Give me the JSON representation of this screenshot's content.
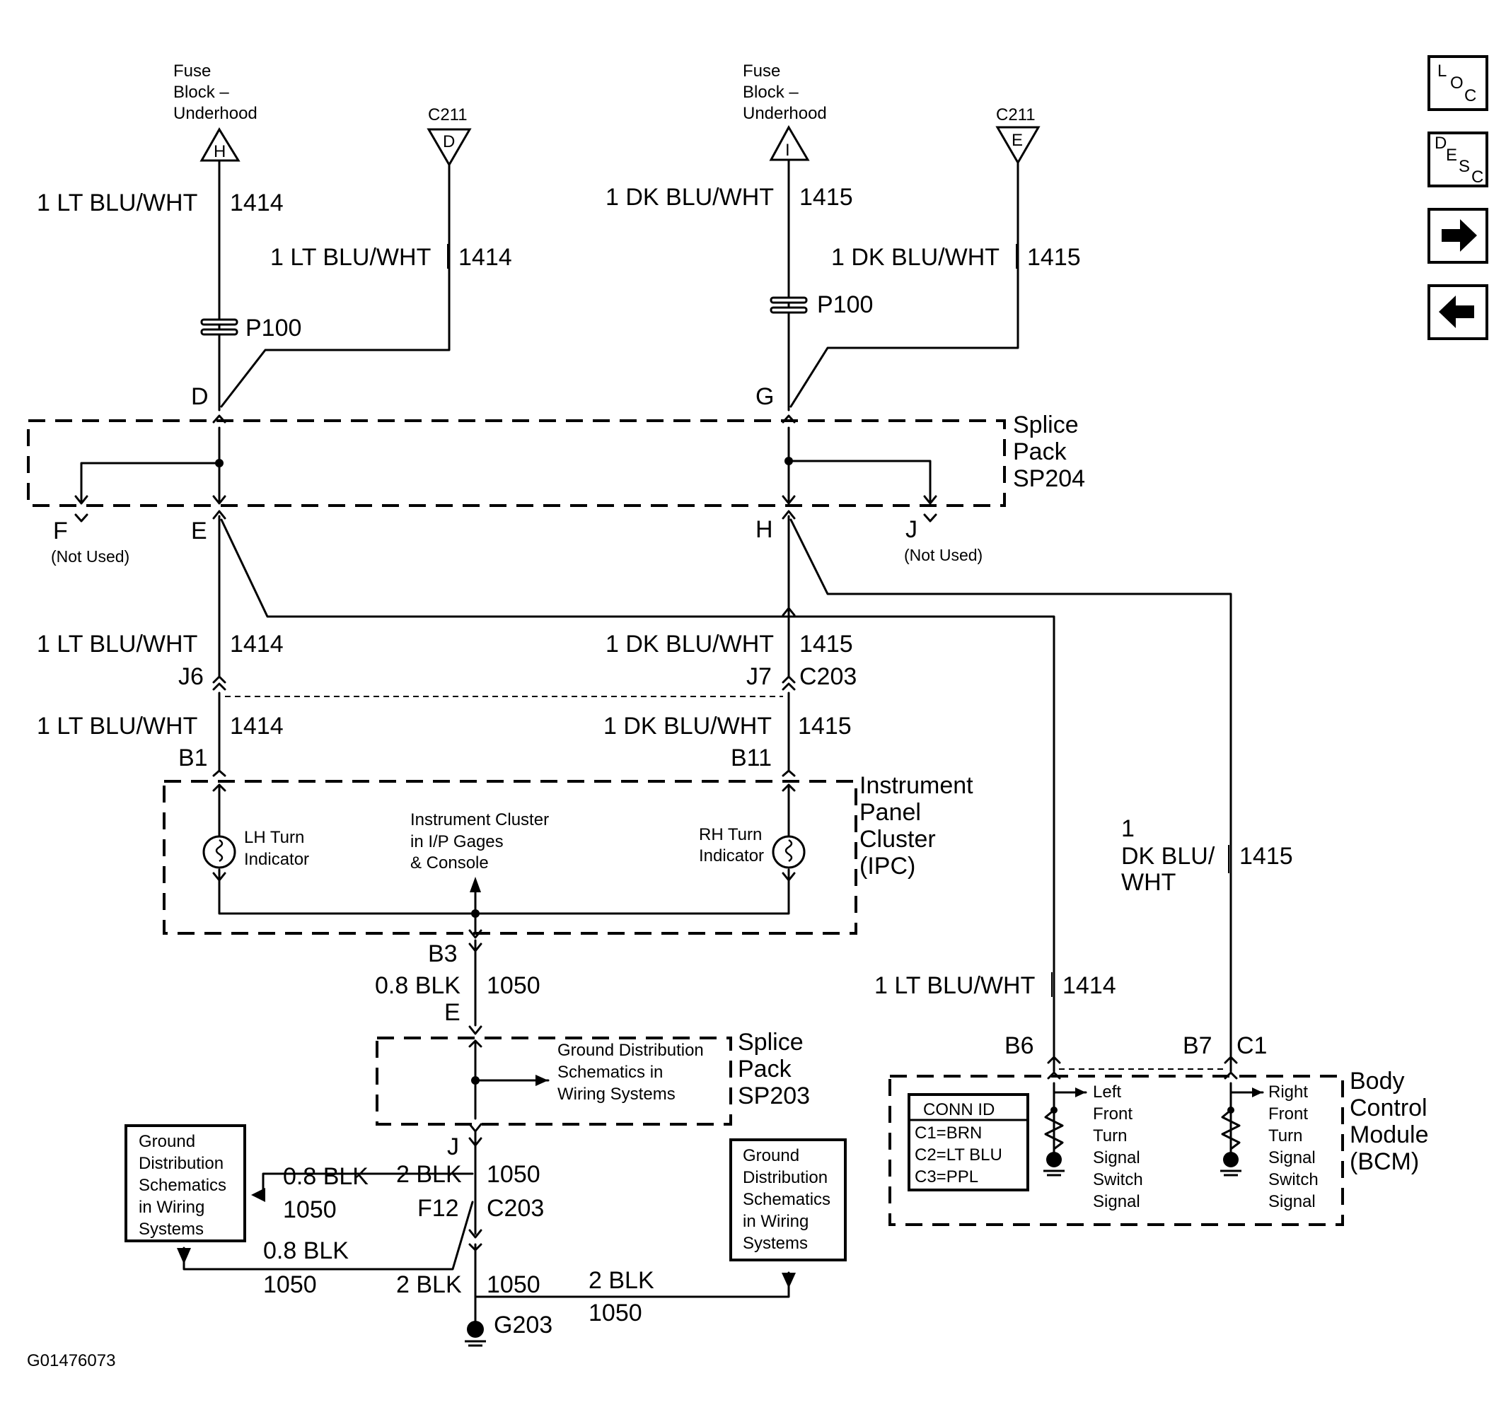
{
  "nav": {
    "loc": {
      "l": "L",
      "o": "O",
      "c": "C"
    },
    "desc": {
      "d": "D",
      "e": "E",
      "s": "S",
      "c": "C"
    },
    "next_icon": "arrow-right-icon",
    "prev_icon": "arrow-left-icon"
  },
  "sources": {
    "fuse_h": {
      "line1": "Fuse",
      "line2": "Block –",
      "line3": "Underhood",
      "letter": "H"
    },
    "c211_d": {
      "name": "C211",
      "letter": "D"
    },
    "fuse_i": {
      "line1": "Fuse",
      "line2": "Block –",
      "line3": "Underhood",
      "letter": "I"
    },
    "c211_e": {
      "name": "C211",
      "letter": "E"
    }
  },
  "wires": {
    "w1": {
      "label": "1 LT BLU/WHT",
      "circuit": "1414"
    },
    "w2": {
      "label": "1 LT BLU/WHT",
      "circuit": "1414"
    },
    "w3": {
      "label": "1 DK BLU/WHT",
      "circuit": "1415"
    },
    "w4": {
      "label": "1 DK BLU/WHT",
      "circuit": "1415"
    },
    "w5": {
      "label": "1 LT BLU/WHT",
      "circuit": "1414"
    },
    "w6": {
      "label": "1 DK BLU/WHT",
      "circuit": "1415"
    },
    "w7": {
      "label": "1 LT BLU/WHT",
      "circuit": "1414"
    },
    "w8": {
      "label": "1 DK BLU/WHT",
      "circuit": "1415"
    },
    "w9": {
      "line1": "1",
      "line2": "DK BLU/",
      "line3": "WHT",
      "circuit": "1415"
    },
    "w10": {
      "label": "1 LT BLU/WHT",
      "circuit": "1414"
    },
    "w11": {
      "label": "0.8 BLK",
      "circuit": "1050"
    },
    "w12": {
      "label": "2 BLK",
      "circuit": "1050"
    },
    "w13": {
      "label": "0.8 BLK",
      "circuit": "1050"
    },
    "w14": {
      "label": "0.8 BLK",
      "circuit": "1050"
    },
    "w15": {
      "label": "2 BLK",
      "circuit": "1050"
    },
    "w16": {
      "label": "2 BLK",
      "circuit": "1050"
    }
  },
  "connectors": {
    "p100_a": "P100",
    "p100_b": "P100",
    "d": "D",
    "g": "G",
    "e": "E",
    "h": "H",
    "f": "F",
    "j": "J",
    "not_used": "(Not Used)",
    "j6": "J6",
    "j7": "J7",
    "c203": "C203",
    "b1": "B1",
    "b11": "B11",
    "b3": "B3",
    "sp203_e": "E",
    "sp203_j": "J",
    "f12": "F12",
    "c203_b": "C203",
    "b6": "B6",
    "b7": "B7",
    "c1": "C1",
    "g203": "G203"
  },
  "splice_sp204": {
    "line1": "Splice",
    "line2": "Pack",
    "line3": "SP204"
  },
  "splice_sp203": {
    "line1": "Splice",
    "line2": "Pack",
    "line3": "SP203"
  },
  "ipc": {
    "line1": "Instrument",
    "line2": "Panel",
    "line3": "Cluster",
    "line4": "(IPC)",
    "center1": "Instrument Cluster",
    "center2": "in I/P Gages",
    "center3": "& Console",
    "lh1": "LH Turn",
    "lh2": "Indicator",
    "rh1": "RH Turn",
    "rh2": "Indicator"
  },
  "ground_dist_inner": {
    "line1": "Ground Distribution",
    "line2": "Schematics in",
    "line3": "Wiring Systems"
  },
  "ground_box_left": {
    "line1": "Ground",
    "line2": "Distribution",
    "line3": "Schematics",
    "line4": "in Wiring",
    "line5": "Systems"
  },
  "ground_box_right": {
    "line1": "Ground",
    "line2": "Distribution",
    "line3": "Schematics",
    "line4": "in Wiring",
    "line5": "Systems"
  },
  "bcm": {
    "line1": "Body",
    "line2": "Control",
    "line3": "Module",
    "line4": "(BCM)",
    "conn_title": "CONN ID",
    "conn1": "C1=BRN",
    "conn2": "C2=LT BLU",
    "conn3": "C3=PPL",
    "left1": "Left",
    "left2": "Front",
    "left3": "Turn",
    "left4": "Signal",
    "left5": "Switch",
    "left6": "Signal",
    "right1": "Right",
    "right2": "Front",
    "right3": "Turn",
    "right4": "Signal",
    "right5": "Switch",
    "right6": "Signal"
  },
  "figure_id": "G01476073"
}
